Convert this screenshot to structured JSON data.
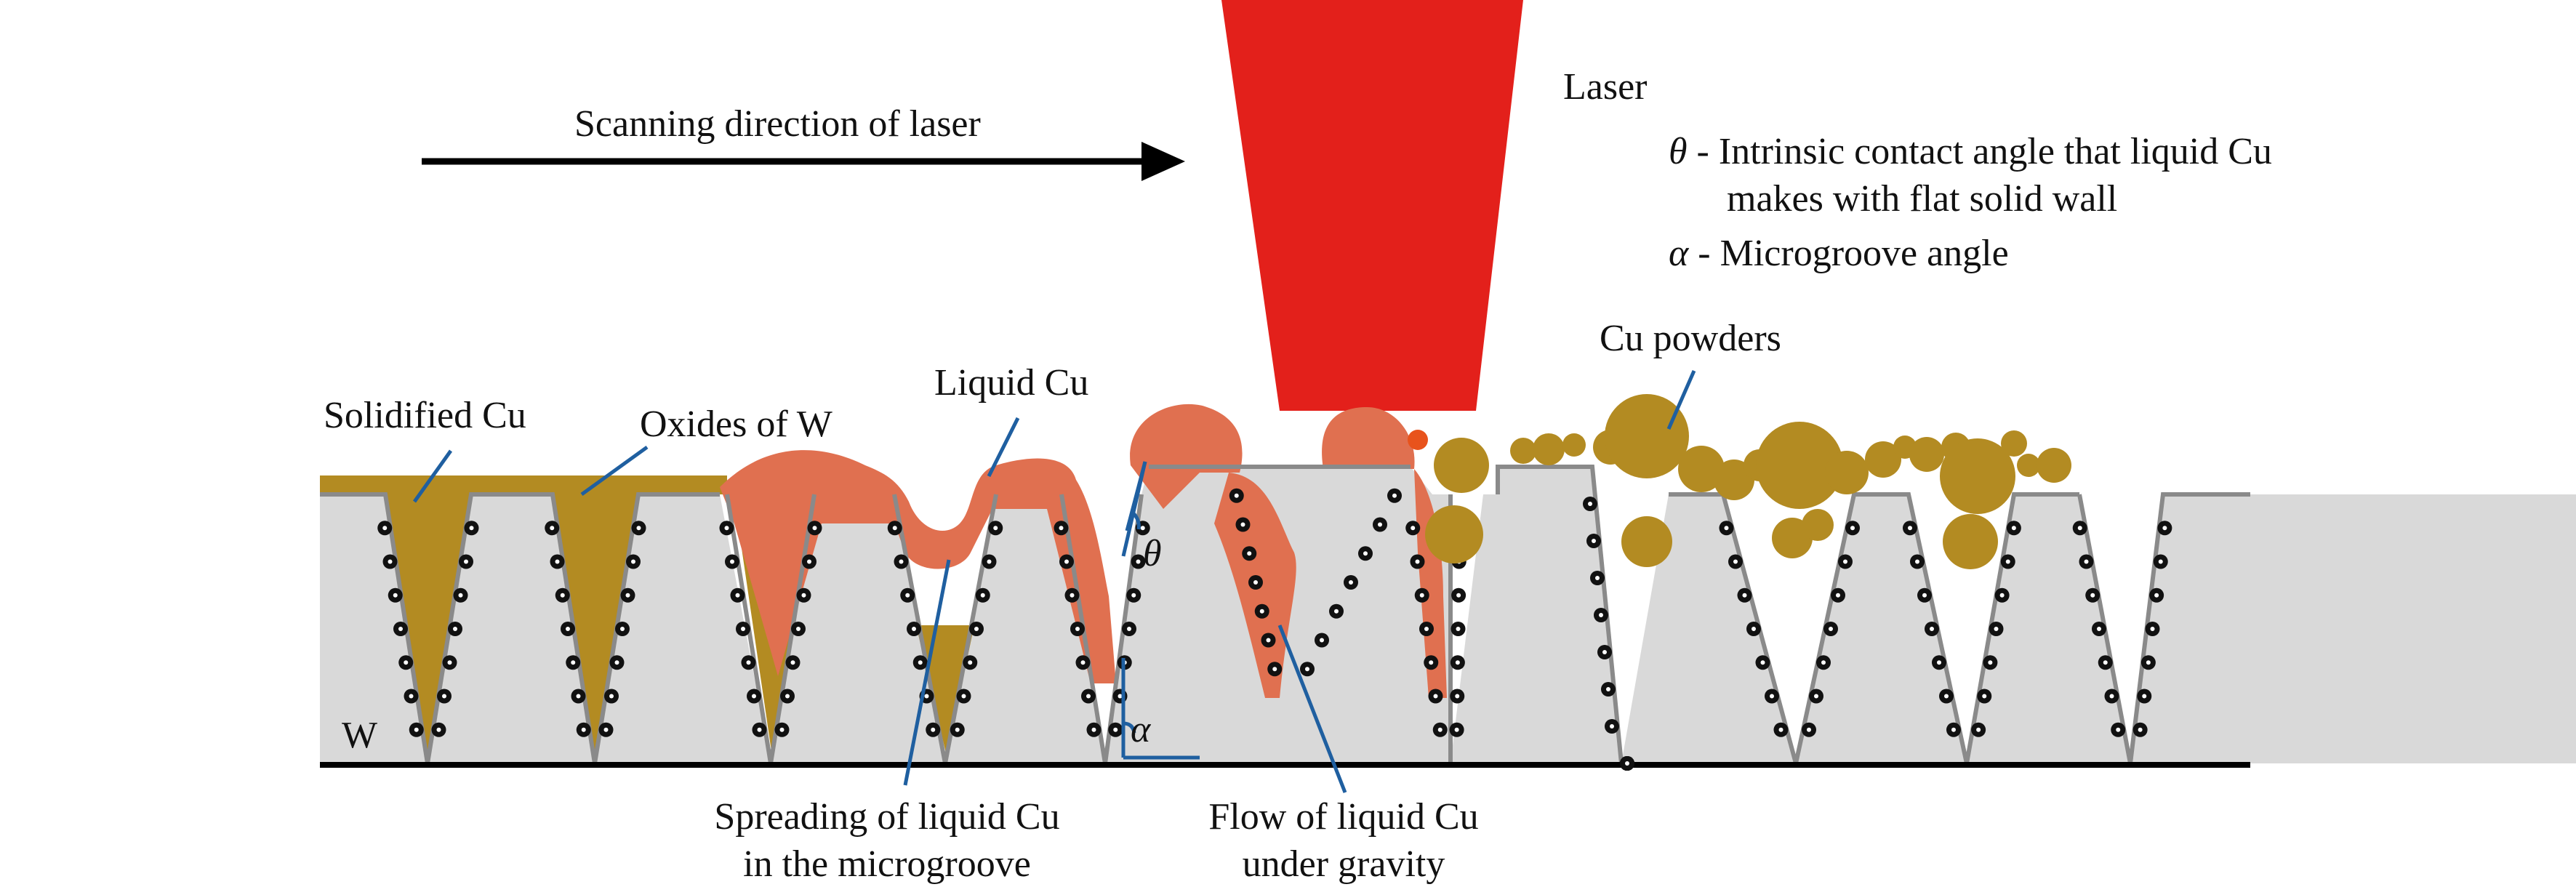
{
  "labels": {
    "scanning_direction": "Scanning direction of laser",
    "laser": "Laser",
    "theta_symbol": "θ",
    "theta_desc_line1": " - Intrinsic contact angle that liquid Cu",
    "theta_desc_line2": "makes with flat solid wall",
    "alpha_symbol": "α",
    "alpha_desc": " - Microgroove angle",
    "cu_powders": "Cu powders",
    "liquid_cu": "Liquid Cu",
    "solidified_cu": "Solidified Cu",
    "oxides_of_w": "Oxides of W",
    "theta_mark": "θ",
    "alpha_mark": "α",
    "substrate": "W",
    "spreading_line1": "Spreading of liquid Cu",
    "spreading_line2": "in the microgroove",
    "flow_line1": "Flow of liquid Cu",
    "flow_line2": "under gravity"
  },
  "colors": {
    "laser": "#e3201b",
    "tungsten": "#d9d9d9",
    "solidified_cu": "#b38b22",
    "liquid_cu": "#e07050",
    "cu_powder": "#b38b22",
    "leader_line": "#1f5fa0",
    "groove_wall": "#8a8a8a",
    "oxide_particle": "#111111"
  }
}
